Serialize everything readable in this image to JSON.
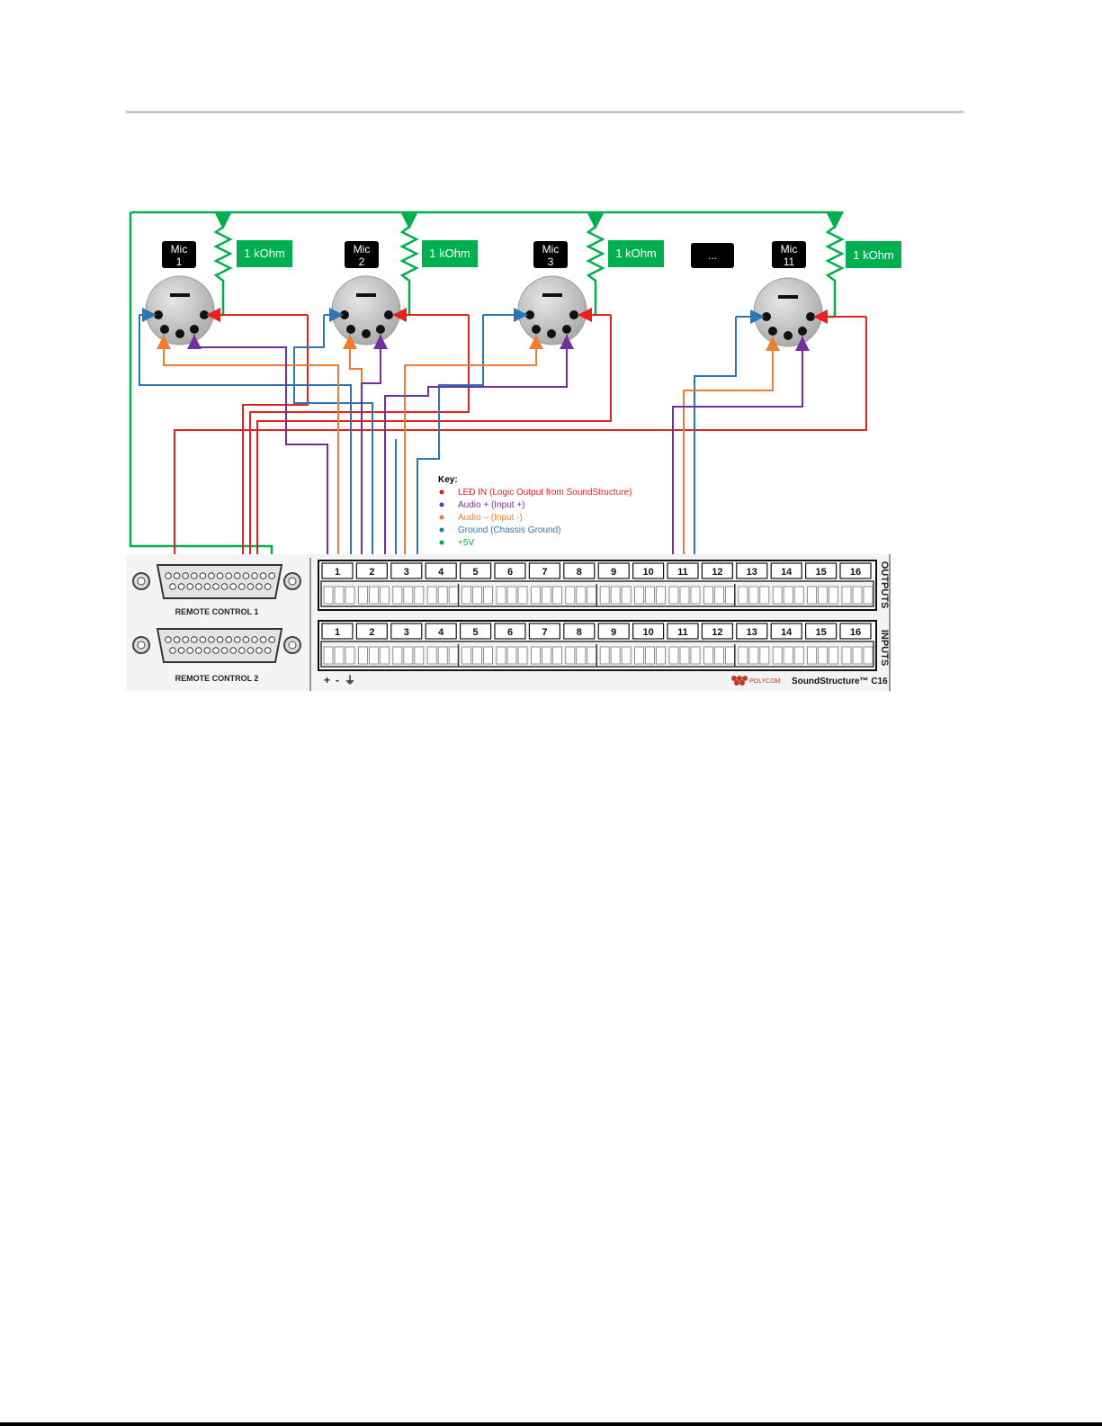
{
  "mics": [
    {
      "name": "Mic",
      "number": "1"
    },
    {
      "name": "Mic",
      "number": "2"
    },
    {
      "name": "Mic",
      "number": "3"
    },
    {
      "name": "Mic",
      "number": "11"
    }
  ],
  "ellipsis_label": "...",
  "resistor_label": "1 kOhm",
  "key": {
    "title": "Key:",
    "entries": [
      {
        "label": "LED IN (Logic Output from SoundStructure)",
        "color": "#e8201f"
      },
      {
        "label": "Audio + (Input +)",
        "color": "#7030a0"
      },
      {
        "label": "Audio – (Input -)",
        "color": "#ed7d31"
      },
      {
        "label": "Ground (Chassis Ground)",
        "color": "#2e75b6"
      },
      {
        "label": "+5V",
        "color": "#00b050"
      }
    ]
  },
  "remote_control_1": "REMOTE CONTROL 1",
  "remote_control_2": "REMOTE CONTROL 2",
  "outputs_label": "OUTPUTS",
  "inputs_label": "INPUTS",
  "channel_numbers": [
    "1",
    "2",
    "3",
    "4",
    "5",
    "6",
    "7",
    "8",
    "9",
    "10",
    "11",
    "12",
    "13",
    "14",
    "15",
    "16"
  ],
  "polarity_labels": [
    "+",
    "-",
    "⏚"
  ],
  "brand": "POLYCOM",
  "product": "SoundStructure™ C16",
  "colors": {
    "led": "#e8201f",
    "audio_plus": "#7030a0",
    "audio_minus": "#ed7d31",
    "ground": "#2e75b6",
    "five_volt": "#00b050"
  }
}
